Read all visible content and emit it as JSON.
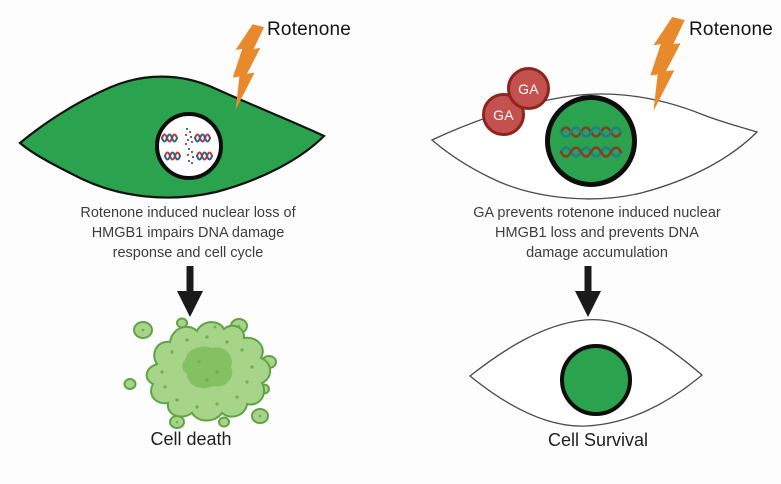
{
  "colors": {
    "cell_green": "#2ba24e",
    "membrane_black": "#121212",
    "membrane_thin": "#4a4a4a",
    "bolt_orange": "#e8892b",
    "ga_fill": "#c4514d",
    "ga_stroke": "#8e2420",
    "dna_red": "#c0392b",
    "dna_blue": "#2e5f8f",
    "helix_teal": "#1f7f8c",
    "helix_maroon": "#8a3a26",
    "blob_fill": "#a6d489",
    "blob_stroke": "#5fa344",
    "blob_inner": "#84c163",
    "blob_dot": "#6fae52",
    "arrow_black": "#1a1a1a",
    "text_dark": "#3d3d3d"
  },
  "icons": {
    "stimulus": "lightning-bolt",
    "flow": "down-arrow",
    "left_cell": "cell-with-white-nucleus-fragmented-dna",
    "right_cell": "cell-with-green-nucleus-intact-dna",
    "death_cell": "apoptotic-cell-blob",
    "survival_cell": "healthy-cell"
  },
  "left_pathway": {
    "stimulus": "Rotenone",
    "caption": [
      "Rotenone induced nuclear loss of",
      "HMGB1 impairs DNA damage",
      "response and cell cycle"
    ],
    "outcome": "Cell death"
  },
  "right_pathway": {
    "stimulus": "Rotenone",
    "ga_labels": [
      "GA",
      "GA"
    ],
    "caption": [
      "GA prevents rotenone induced nuclear",
      "HMGB1 loss and prevents DNA",
      "damage accumulation"
    ],
    "outcome": "Cell Survival"
  }
}
